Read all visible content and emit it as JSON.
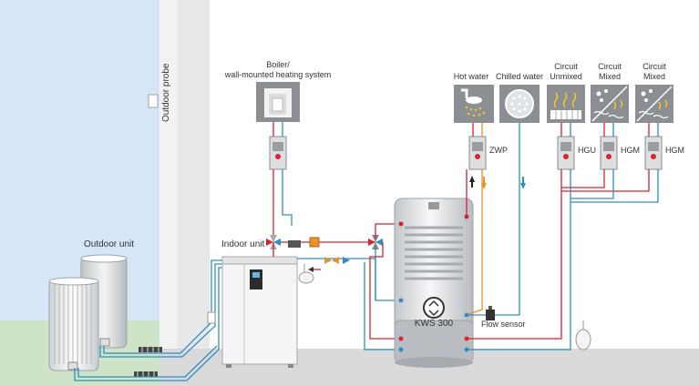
{
  "labels": {
    "outdoor_probe": "Outdoor probe",
    "boiler_line1": "Boiler/",
    "boiler_line2": "wall-mounted heating system",
    "hot_water": "Hot water",
    "chilled_water": "Chilled water",
    "circuit_unmixed_1": "Circuit",
    "circuit_unmixed_2": "Unmixed",
    "circuit_mixed_a_1": "Circuit",
    "circuit_mixed_a_2": "Mixed",
    "circuit_mixed_b_1": "Circuit",
    "circuit_mixed_b_2": "Mixed",
    "outdoor_unit": "Outdoor unit",
    "indoor_unit": "Indoor unit",
    "tank": "KWS 300",
    "flow_sensor": "Flow sensor",
    "zwp": "ZWP",
    "hgu": "HGU",
    "hgm_1": "HGM",
    "hgm_2": "HGM"
  },
  "colors": {
    "sky": "#d6e6f6",
    "ground": "#cfe3c6",
    "wall": "#efefef",
    "floor": "#dcdcdc",
    "supply_red": "#d9232f",
    "return_blue": "#2f8fc4",
    "hot_orange": "#e9922b",
    "icon_box": "#8b8f93"
  }
}
